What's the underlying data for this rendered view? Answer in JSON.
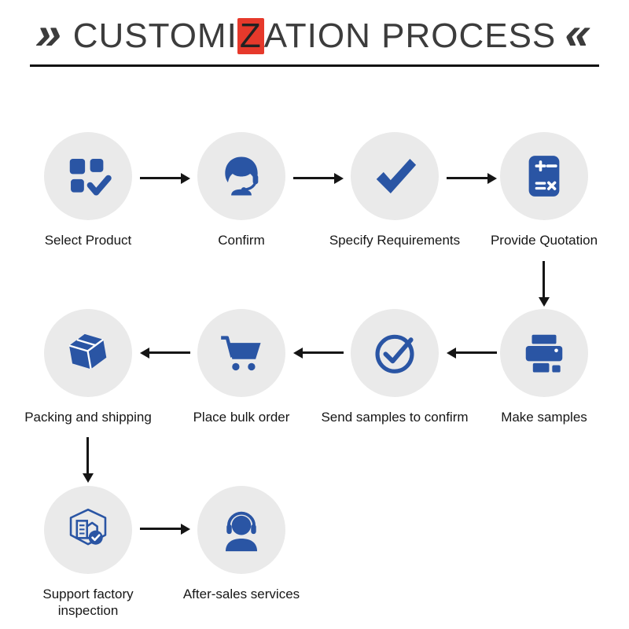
{
  "title": {
    "left_mark": "»",
    "right_mark": "«",
    "text_before_highlight": "CUSTOMI",
    "highlight_letter": "Z",
    "text_after_highlight": "ATION PROCESS"
  },
  "colors": {
    "icon_blue": "#2a55a4",
    "circle_bg": "#eaeaea",
    "highlight_red": "#e6392b",
    "arrow_black": "#151515",
    "title_gray": "#3c3c3c",
    "label_dark": "#161616"
  },
  "steps": [
    {
      "label": "Select Product",
      "icon": "product-grid-check-icon"
    },
    {
      "label": "Confirm",
      "icon": "customer-service-agent-icon"
    },
    {
      "label": "Specify Requirements",
      "icon": "bold-checkmark-icon"
    },
    {
      "label": "Provide Quotation",
      "icon": "calculator-icon"
    },
    {
      "label": "Make samples",
      "icon": "printer-icon"
    },
    {
      "label": "Send samples to confirm",
      "icon": "circle-check-icon"
    },
    {
      "label": "Place bulk order",
      "icon": "shopping-cart-icon"
    },
    {
      "label": "Packing and shipping",
      "icon": "package-box-icon"
    },
    {
      "label": "Support factory inspection",
      "icon": "factory-inspection-icon"
    },
    {
      "label": "After-sales services",
      "icon": "headset-support-icon"
    }
  ]
}
